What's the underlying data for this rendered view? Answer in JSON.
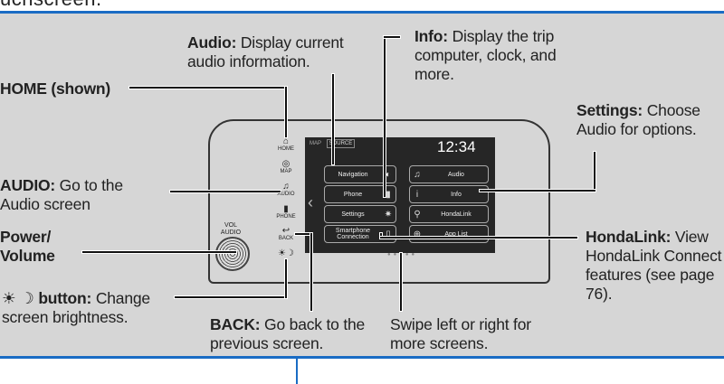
{
  "top_text": "uchscreen.",
  "callouts": {
    "audio": {
      "bold": "Audio:",
      "text": " Display current audio information."
    },
    "info": {
      "bold": "Info:",
      "text": " Display the trip computer, clock, and more."
    },
    "home": {
      "bold": "HOME (shown)",
      "text": ""
    },
    "settings": {
      "bold": "Settings:",
      "text": " Choose Audio for options."
    },
    "audio_btn": {
      "bold": "AUDIO:",
      "text": " Go to the Audio screen"
    },
    "power": {
      "bold": "Power/ Volume",
      "text": ""
    },
    "brightness": {
      "symbol": "☀ ☽",
      "bold": "button:",
      "text": " Change screen brightness."
    },
    "hondalink": {
      "bold": "HondaLink:",
      "text": " View HondaLink Connect features (see page 76)."
    },
    "back": {
      "bold": "BACK:",
      "text": " Go back to the previous screen."
    },
    "swipe": {
      "text": "Swipe left or right for more screens."
    }
  },
  "device": {
    "clock": "12:34",
    "tabs": {
      "map": "MAP",
      "source": "SOURCE"
    },
    "tiles_left": [
      "Navigation",
      "Phone",
      "Settings",
      "Smartphone Connection"
    ],
    "tiles_right": [
      "Audio",
      "Info",
      "HondaLink",
      "App List"
    ],
    "hard_keys": [
      "HOME",
      "MAP",
      "AUDIO",
      "PHONE",
      "BACK",
      "☀☽"
    ],
    "knob_label": "VOL AUDIO"
  }
}
